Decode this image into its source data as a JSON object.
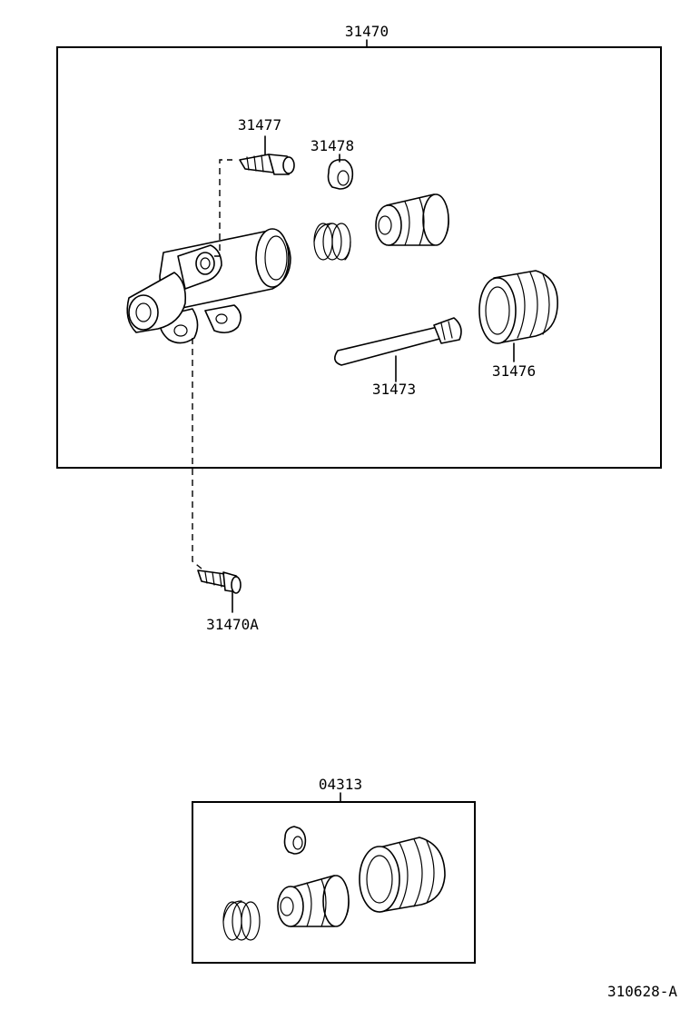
{
  "labels": {
    "assembly": "31470",
    "bleeder_plug": "31477",
    "bleeder_cap": "31478",
    "push_rod": "31473",
    "boot": "31476",
    "bolt": "31470A",
    "repair_kit": "04313",
    "figure_code": "310628-A"
  }
}
